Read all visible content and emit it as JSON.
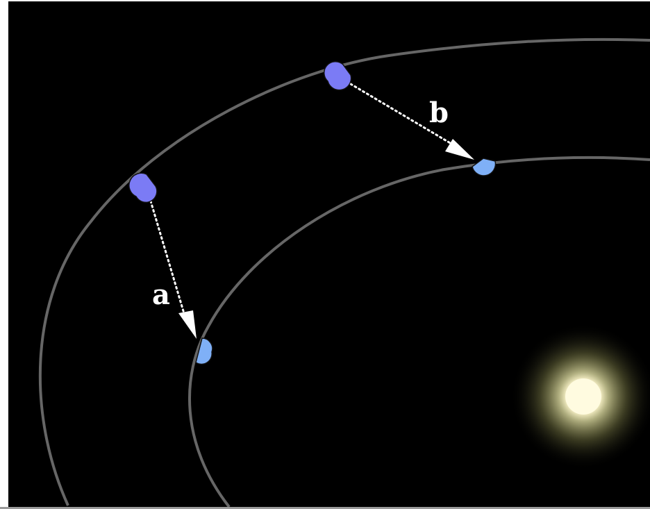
{
  "diagram": {
    "labels": {
      "a": "a",
      "b": "b"
    },
    "colors": {
      "space": "#000000",
      "frame": "#ffffff",
      "orbit": "#666666",
      "outer_planet": "#7b7bf5",
      "inner_planet": "#7fb0f7",
      "arrow": "#ffffff",
      "sun_core": "#fffbe0",
      "sun_glow": "#d8d89a"
    },
    "elements": {
      "orbits": [
        "outer-orbit",
        "inner-orbit"
      ],
      "transfers": [
        "transfer-a",
        "transfer-b"
      ],
      "star": "sun"
    }
  }
}
